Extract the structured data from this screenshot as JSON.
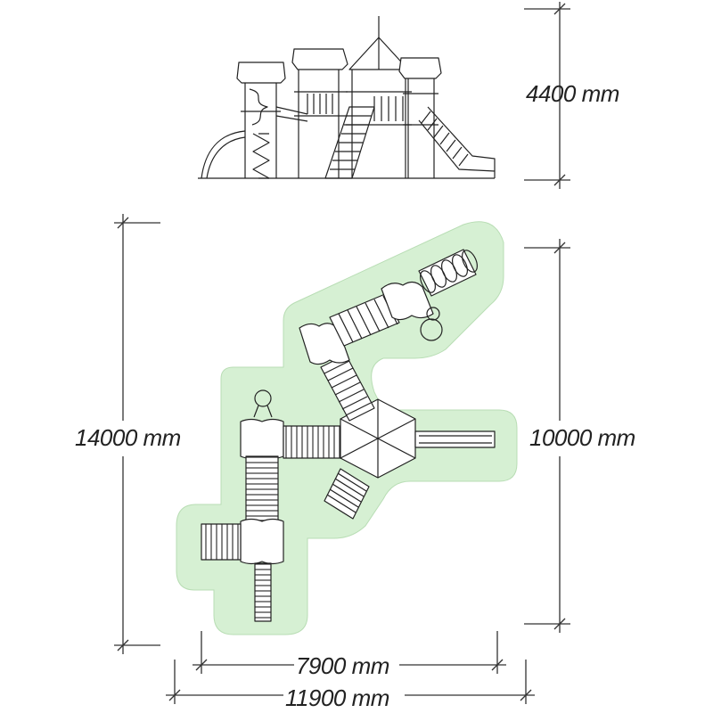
{
  "dimensions": {
    "height": "4400 mm",
    "overall_depth": "14000 mm",
    "side_depth": "10000 mm",
    "width_inner": "7900 mm",
    "width_overall": "11900 mm"
  },
  "colors": {
    "safety_zone": "#d6f0d3",
    "line": "#222222",
    "background": "#ffffff"
  }
}
